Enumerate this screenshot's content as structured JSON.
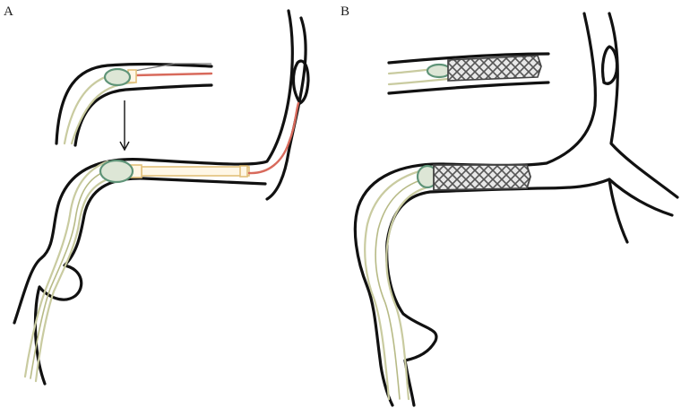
{
  "figure": {
    "panels": [
      {
        "id": "A",
        "label": "A"
      },
      {
        "id": "B",
        "label": "B"
      }
    ]
  },
  "colors": {
    "vessel_wall": "#111111",
    "catheter": "#c9cba0",
    "guidewire": "#d86a5c",
    "balloon": "#5f9478",
    "stent_delivery": "#e2c07a",
    "stent_mesh": "#555555"
  },
  "icons": [
    "down-arrow-icon"
  ]
}
